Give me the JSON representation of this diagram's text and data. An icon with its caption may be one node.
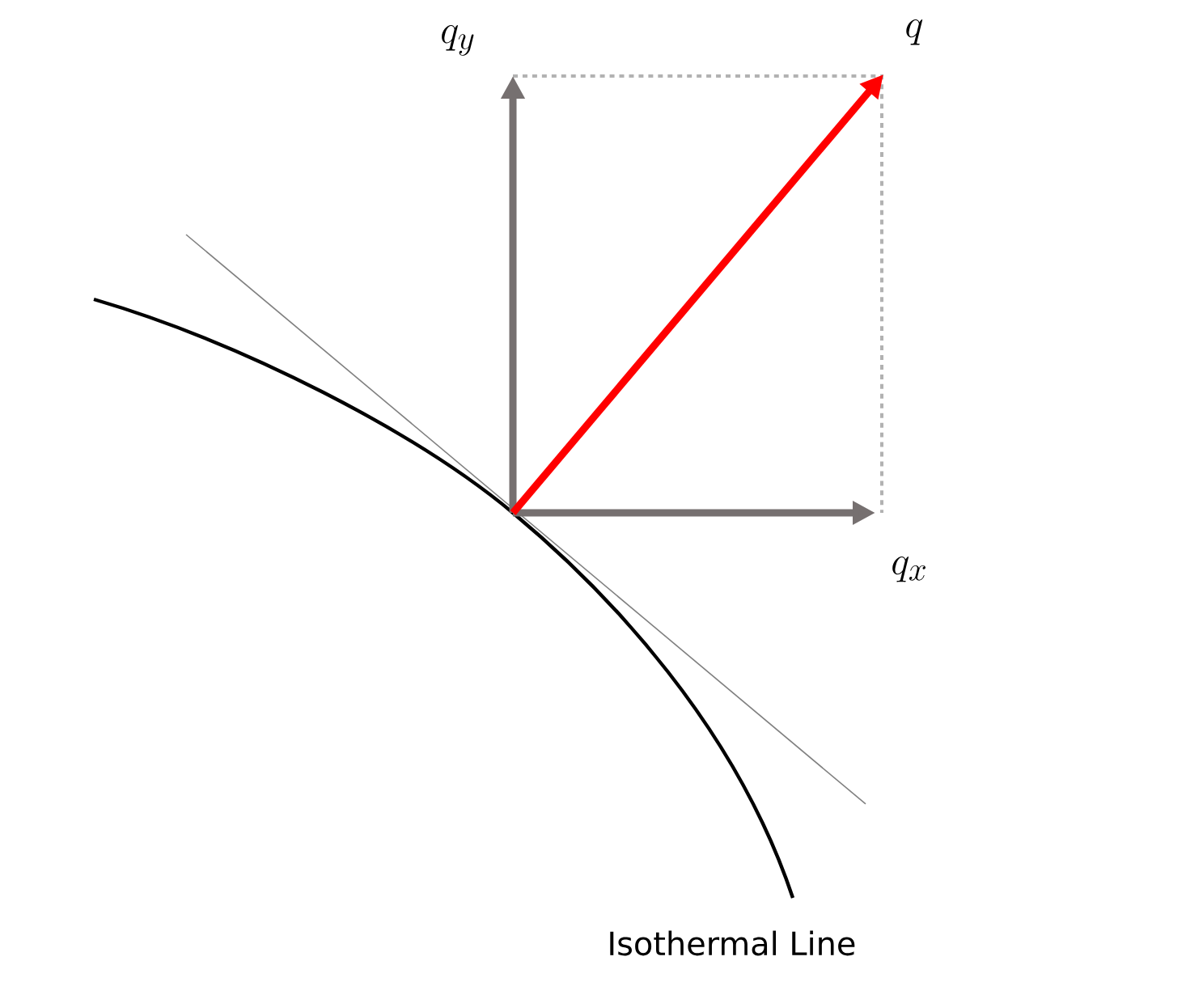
{
  "diagram": {
    "labels": [
      "q_y",
      "q",
      "q_x",
      "Isothermal Line"
    ]
  }
}
